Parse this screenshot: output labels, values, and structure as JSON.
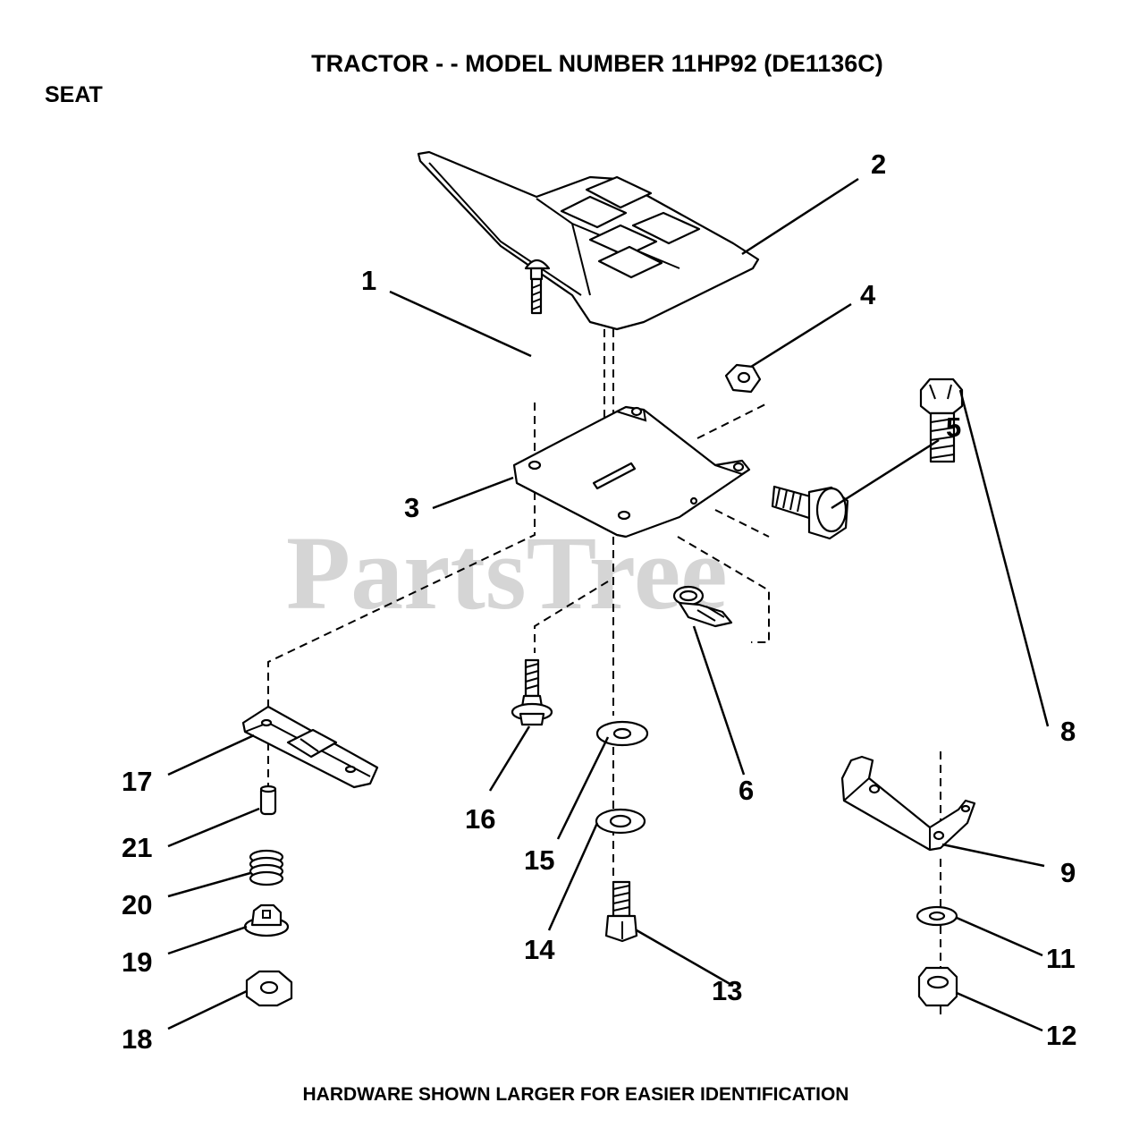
{
  "header": {
    "title": "TRACTOR - - MODEL NUMBER 11HP92 (DE1136C)",
    "section": "SEAT"
  },
  "watermark": "PartsTree",
  "footer": "HARDWARE SHOWN LARGER FOR EASIER IDENTIFICATION",
  "callouts": [
    "1",
    "2",
    "3",
    "4",
    "5",
    "6",
    "8",
    "9",
    "11",
    "12",
    "13",
    "14",
    "15",
    "16",
    "17",
    "18",
    "19",
    "20",
    "21"
  ]
}
